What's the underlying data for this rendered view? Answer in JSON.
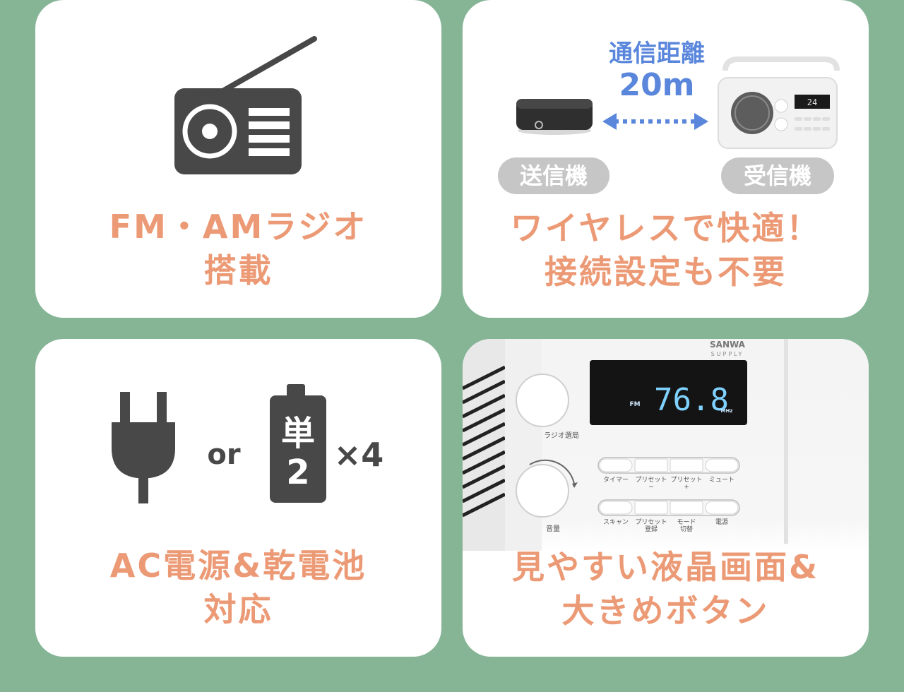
{
  "cards": {
    "radio": {
      "caption_line1": "FM・AMラジオ",
      "caption_line2": "搭載",
      "icon": "radio-icon"
    },
    "wireless": {
      "distance_label": "通信距離",
      "distance_value": "20m",
      "transmitter_label": "送信機",
      "receiver_label": "受信機",
      "caption_line1": "ワイヤレスで快適！",
      "caption_line2": "接続設定も不要",
      "receiver_display": "24"
    },
    "power": {
      "or_label": "or",
      "battery_label_top": "単",
      "battery_label_bottom": "2",
      "multiplier": "×4",
      "caption_line1": "AC電源&乾電池",
      "caption_line2": "対応",
      "icons": [
        "plug-icon",
        "battery-icon"
      ]
    },
    "display": {
      "brand_line1": "SANWA",
      "brand_line2": "SUPPLY",
      "band": "FM",
      "frequency": "76.8",
      "unit": "MHz",
      "tuning_label": "ラジオ選局",
      "volume_label": "音量",
      "buttons_row1": [
        "タイマー",
        "プリセット\n−",
        "プリセット\n+",
        "ミュート"
      ],
      "buttons_row2": [
        "スキャン",
        "プリセット\n登録",
        "モード\n切替",
        "電源"
      ],
      "caption_line1": "見やすい液晶画面&",
      "caption_line2": "大きめボタン"
    }
  },
  "colors": {
    "background": "#86b596",
    "card": "#ffffff",
    "caption": "#ec9a76",
    "accent_blue": "#5a86dc",
    "icon_dark": "#484848",
    "pill": "#c6c6c6"
  }
}
